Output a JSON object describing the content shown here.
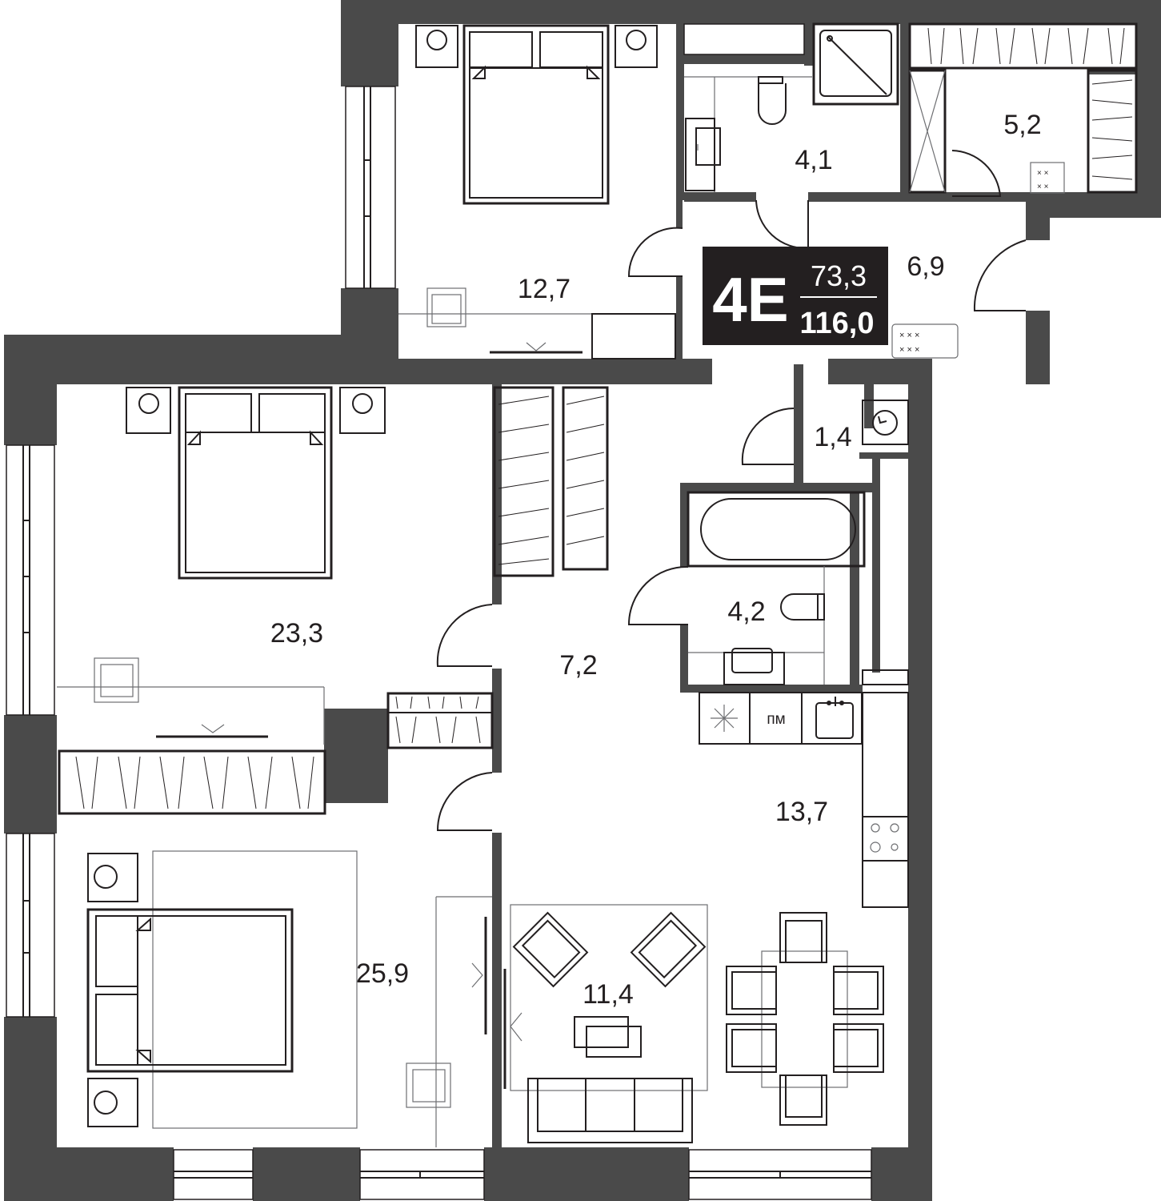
{
  "apartment": {
    "code": "4E",
    "living_area": "73,3",
    "total_area": "116,0"
  },
  "colors": {
    "wall": "#4a4a4a",
    "badge_background": "#231f20",
    "line": "#231f20",
    "background": "#ffffff"
  },
  "rooms": {
    "bedroom_top": "12,7",
    "wc": "4,1",
    "dressing": "5,2",
    "hall_top": "6,9",
    "laundry": "1,4",
    "bathroom": "4,2",
    "bedroom_middle": "23,3",
    "corridor": "7,2",
    "kitchen": "13,7",
    "bedroom_bottom": "25,9",
    "living": "11,4"
  },
  "fixtures": {
    "riser_label": "пм"
  }
}
